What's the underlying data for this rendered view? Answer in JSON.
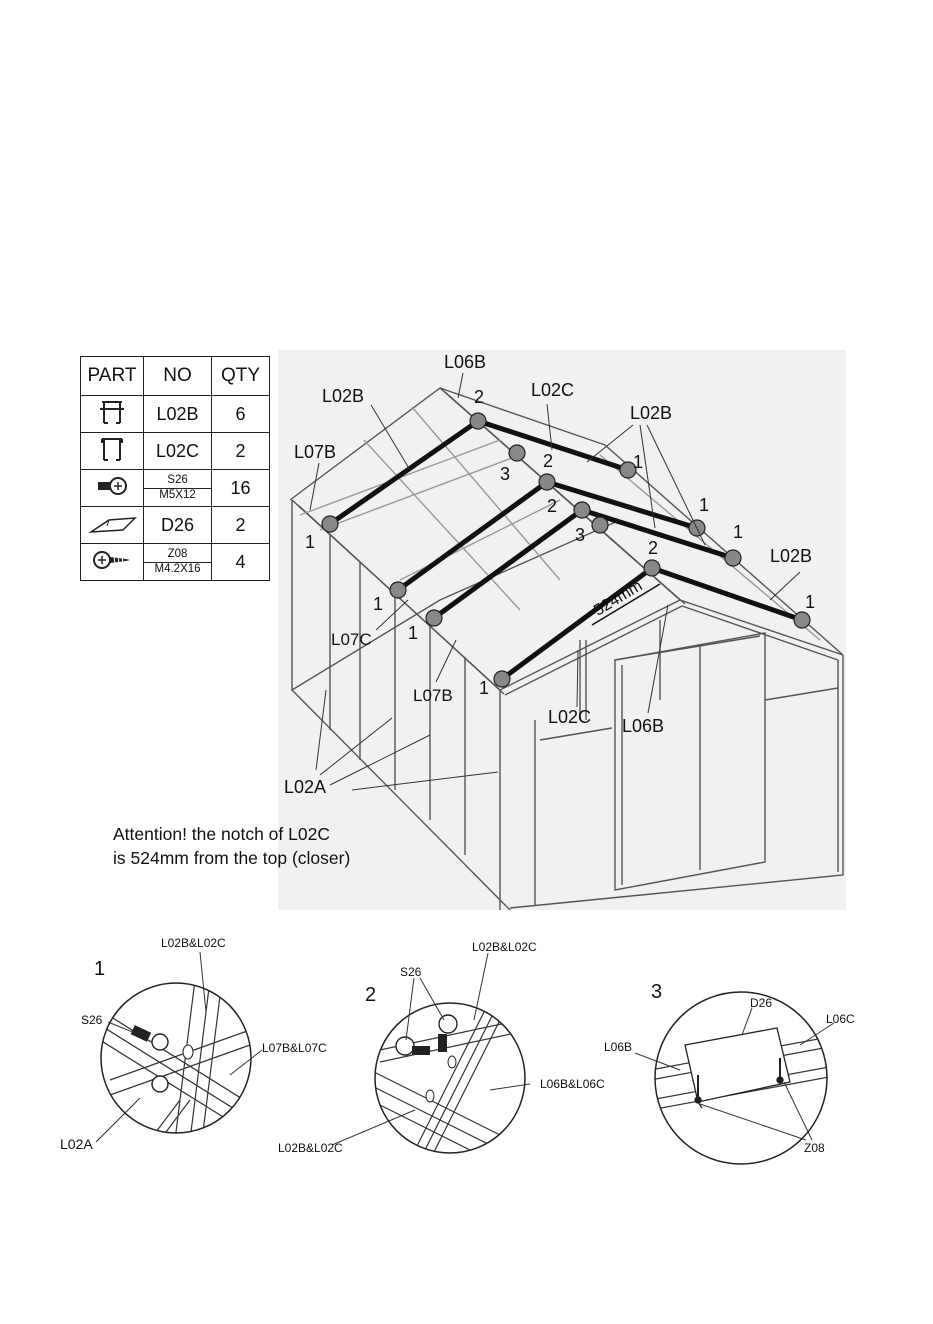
{
  "parts_table": {
    "headers": {
      "part": "PART",
      "no": "NO",
      "qty": "QTY"
    },
    "rows": [
      {
        "icon": "l02b-profile-icon",
        "no": "L02B",
        "qty": "6"
      },
      {
        "icon": "l02c-profile-icon",
        "no": "L02C",
        "qty": "2"
      },
      {
        "icon": "bolt-icon",
        "no_line1": "S26",
        "no_line2": "M5X12",
        "qty": "16"
      },
      {
        "icon": "angle-cap-icon",
        "no": "D26",
        "qty": "2"
      },
      {
        "icon": "screw-icon",
        "no_line1": "Z08",
        "no_line2": "M4.2X16",
        "qty": "4"
      }
    ]
  },
  "main_labels": {
    "l06b_top": "L06B",
    "l02b_left": "L02B",
    "l02c_top": "L02C",
    "l02b_top_right": "L02B",
    "l07b_left": "L07B",
    "l02b_right": "L02B",
    "l07c": "L07C",
    "l07b_mid": "L07B",
    "l02c_bottom": "L02C",
    "l06b_bottom": "L06B",
    "l02a": "L02A",
    "dimension": "524mm"
  },
  "markers": {
    "n1": "1",
    "n2": "2",
    "n3": "3"
  },
  "attention": {
    "line1": "Attention! the notch of L02C",
    "line2": "is 524mm from the top (closer)"
  },
  "details": {
    "d1": {
      "number": "1",
      "top": "L02B&L02C",
      "bolt": "S26",
      "right": "L07B&L07C",
      "bottom": "L02A"
    },
    "d2": {
      "number": "2",
      "top": "L02B&L02C",
      "bolt": "S26",
      "right": "L06B&L06C",
      "bottom": "L02B&L02C"
    },
    "d3": {
      "number": "3",
      "cap": "D26",
      "left": "L06B",
      "right": "L06C",
      "screw": "Z08"
    }
  }
}
